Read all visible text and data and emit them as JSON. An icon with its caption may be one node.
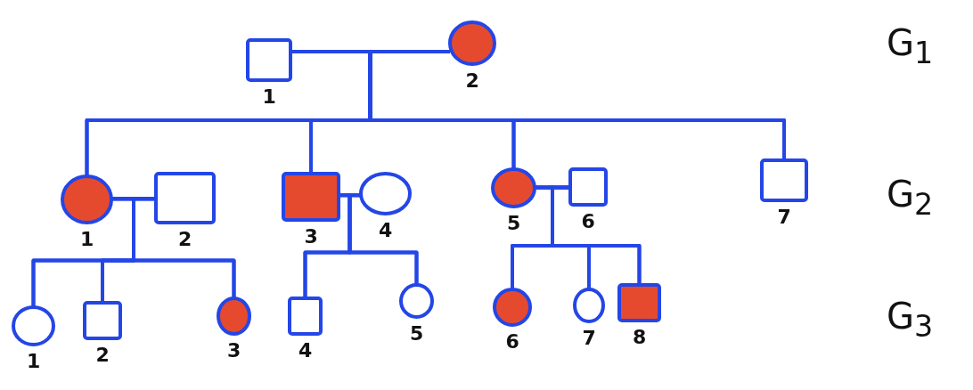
{
  "diagram": {
    "nodes": [
      {
        "text": [],
        "shape": "box",
        "beside": [
          "1"
        ]
      },
      {
        "text": [],
        "shape": "filled-circle",
        "beside": [
          "2"
        ]
      },
      {
        "text": [],
        "shape": "filled-circle",
        "beside": [
          "1"
        ]
      },
      {
        "text": [],
        "shape": "box",
        "beside": [
          "2"
        ]
      },
      {
        "text": [],
        "shape": "filled-box",
        "beside": [
          "3"
        ]
      },
      {
        "text": [],
        "shape": "circle",
        "beside": [
          "4"
        ]
      },
      {
        "text": [],
        "shape": "filled-circle",
        "beside": [
          "5"
        ]
      },
      {
        "text": [],
        "shape": "box",
        "beside": [
          "6"
        ]
      },
      {
        "text": [],
        "shape": "box",
        "beside": [
          "7"
        ]
      },
      {
        "text": [],
        "shape": "circle",
        "beside": [
          "1"
        ]
      },
      {
        "text": [],
        "shape": "box",
        "beside": [
          "2"
        ]
      },
      {
        "text": [],
        "shape": "filled-circle",
        "beside": [
          "3"
        ]
      },
      {
        "text": [],
        "shape": "box",
        "beside": [
          "4"
        ]
      },
      {
        "text": [],
        "shape": "circle",
        "beside": [
          "5"
        ]
      },
      {
        "text": [],
        "shape": "filled-circle",
        "beside": [
          "6"
        ]
      },
      {
        "text": [],
        "shape": "circle",
        "beside": [
          "7"
        ]
      },
      {
        "text": [],
        "shape": "filled-box",
        "beside": [
          "8"
        ]
      }
    ],
    "edges": [
      {
        "from": 0,
        "to": 1,
        "arrow": "none"
      },
      {
        "from": 0,
        "to": 2,
        "arrow": "none"
      },
      {
        "from": 1,
        "to": 2,
        "arrow": "none"
      },
      {
        "from": 0,
        "to": 4,
        "arrow": "none"
      },
      {
        "from": 1,
        "to": 4,
        "arrow": "none"
      },
      {
        "from": 0,
        "to": 6,
        "arrow": "none"
      },
      {
        "from": 1,
        "to": 6,
        "arrow": "none"
      },
      {
        "from": 0,
        "to": 8,
        "arrow": "none"
      },
      {
        "from": 1,
        "to": 8,
        "arrow": "none"
      },
      {
        "from": 2,
        "to": 3,
        "arrow": "none"
      },
      {
        "from": 2,
        "to": 9,
        "arrow": "none"
      },
      {
        "from": 3,
        "to": 9,
        "arrow": "none"
      },
      {
        "from": 2,
        "to": 10,
        "arrow": "none"
      },
      {
        "from": 3,
        "to": 10,
        "arrow": "none"
      },
      {
        "from": 2,
        "to": 11,
        "arrow": "none"
      },
      {
        "from": 3,
        "to": 11,
        "arrow": "none"
      },
      {
        "from": 4,
        "to": 5,
        "arrow": "none"
      },
      {
        "from": 4,
        "to": 12,
        "arrow": "none"
      },
      {
        "from": 5,
        "to": 12,
        "arrow": "none"
      },
      {
        "from": 4,
        "to": 13,
        "arrow": "none"
      },
      {
        "from": 5,
        "to": 13,
        "arrow": "none"
      },
      {
        "from": 6,
        "to": 7,
        "arrow": "none"
      },
      {
        "from": 6,
        "to": 14,
        "arrow": "none"
      },
      {
        "from": 7,
        "to": 14,
        "arrow": "none"
      },
      {
        "from": 6,
        "to": 15,
        "arrow": "none"
      },
      {
        "from": 7,
        "to": 15,
        "arrow": "none"
      },
      {
        "from": 6,
        "to": 16,
        "arrow": "none"
      },
      {
        "from": 7,
        "to": 16,
        "arrow": "none"
      }
    ],
    "labels": [
      "G$_{1}$",
      "G$_{2}$",
      "G$_{3}$"
    ]
  }
}
